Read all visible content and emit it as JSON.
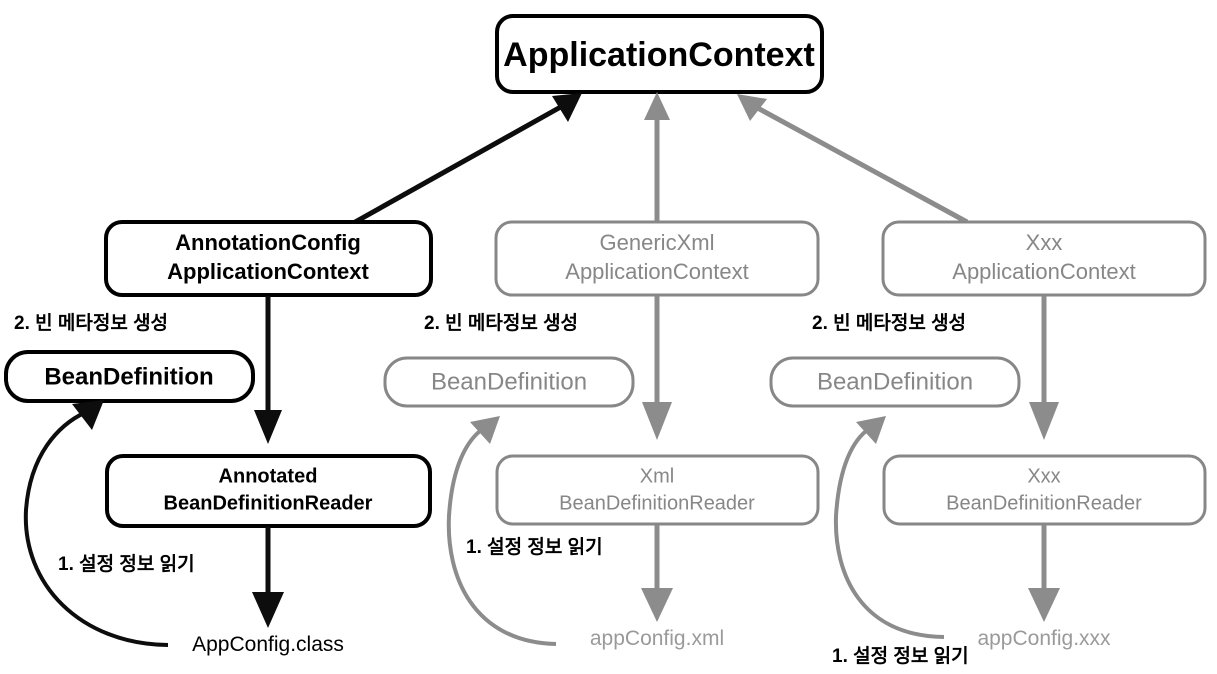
{
  "diagram": {
    "title_node": {
      "label": "ApplicationContext",
      "color": "#000000"
    },
    "colors": {
      "dark": "#000000",
      "gray": "#878787",
      "gray_file": "#9a9a9a",
      "background": "#ffffff"
    },
    "steps": {
      "step1": "1. 설정 정보 읽기",
      "step2": "2. 빈 메타정보 생성"
    },
    "columns": [
      {
        "key": "annotation",
        "tone": "dark",
        "context_line1": "AnnotationConfig",
        "context_line2": "ApplicationContext",
        "bean_definition": "BeanDefinition",
        "reader_line1": "Annotated",
        "reader_line2": "BeanDefinitionReader",
        "config_file": "AppConfig.class",
        "step2_label": "2. 빈 메타정보 생성",
        "step1_label": "1. 설정 정보 읽기"
      },
      {
        "key": "genericxml",
        "tone": "gray",
        "context_line1": "GenericXml",
        "context_line2": "ApplicationContext",
        "bean_definition": "BeanDefinition",
        "reader_line1": "Xml",
        "reader_line2": "BeanDefinitionReader",
        "config_file": "appConfig.xml",
        "step2_label": "2. 빈 메타정보 생성",
        "step1_label": "1. 설정 정보 읽기"
      },
      {
        "key": "xxx",
        "tone": "gray",
        "context_line1": "Xxx",
        "context_line2": "ApplicationContext",
        "bean_definition": "BeanDefinition",
        "reader_line1": "Xxx",
        "reader_line2": "BeanDefinitionReader",
        "config_file": "appConfig.xxx",
        "step2_label": "2. 빈 메타정보 생성",
        "step1_label": "1. 설정 정보 읽기"
      }
    ]
  }
}
